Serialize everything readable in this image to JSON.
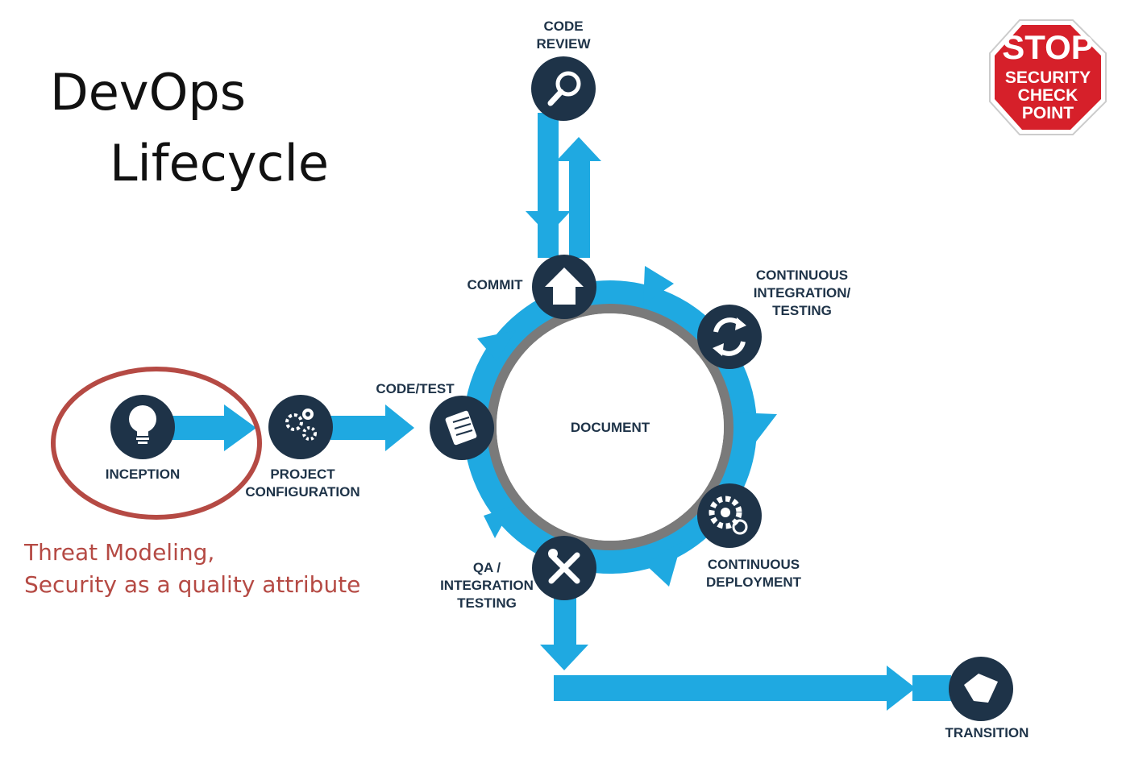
{
  "title": {
    "line1": "DevOps",
    "line2": "Lifecycle"
  },
  "center_label": "DOCUMENT",
  "nodes": [
    {
      "id": "inception",
      "label": "INCEPTION",
      "icon": "lightbulb-icon"
    },
    {
      "id": "project-configuration",
      "label": "PROJECT\nCONFIGURATION",
      "icon": "gears-icon"
    },
    {
      "id": "code-test",
      "label": "CODE/TEST",
      "icon": "scroll-icon"
    },
    {
      "id": "commit",
      "label": "COMMIT",
      "icon": "home-upload-icon"
    },
    {
      "id": "code-review",
      "label": "CODE\nREVIEW",
      "icon": "magnifier-icon"
    },
    {
      "id": "continuous-integration",
      "label": "CONTINUOUS\nINTEGRATION/\nTESTING",
      "icon": "refresh-icon"
    },
    {
      "id": "continuous-deployment",
      "label": "CONTINUOUS\nDEPLOYMENT",
      "icon": "gear-sync-icon"
    },
    {
      "id": "qa-integration",
      "label": "QA /\nINTEGRATION\nTESTING",
      "icon": "tools-icon"
    },
    {
      "id": "transition",
      "label": "TRANSITION",
      "icon": "handshake-icon"
    }
  ],
  "annotation": {
    "line1": "Threat Modeling,",
    "line2": "Security as a quality attribute"
  },
  "stop_sign": {
    "word": "STOP",
    "line1": "SECURITY",
    "line2": "CHECK",
    "line3": "POINT"
  },
  "colors": {
    "flow_blue": "#1fa9e1",
    "node_navy": "#1e3348",
    "ring_gray": "#7a7a7a",
    "highlight_red": "#b54a44",
    "stop_red": "#d6202a"
  }
}
